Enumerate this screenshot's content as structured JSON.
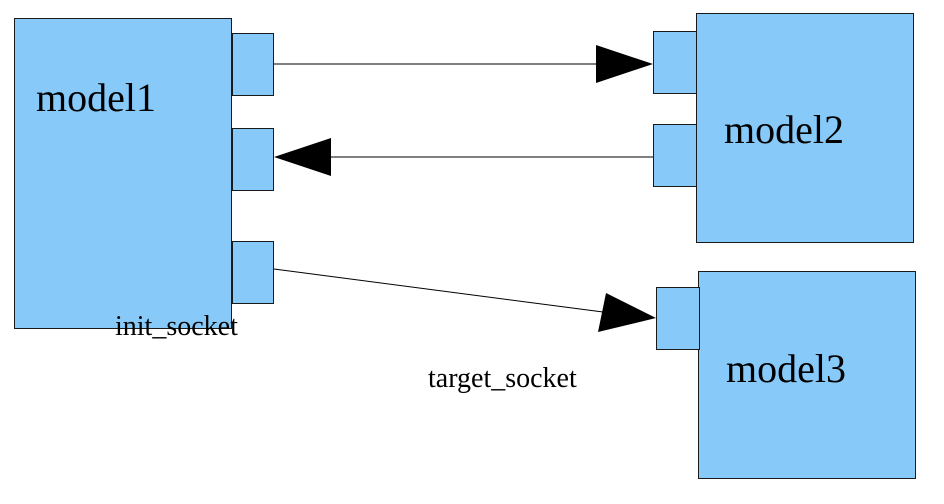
{
  "diagram": {
    "models": {
      "model1": "model1",
      "model2": "model2",
      "model3": "model3"
    },
    "labels": {
      "init_socket": "init_socket",
      "target_socket": "target_socket"
    },
    "colors": {
      "fill": "#87cafa",
      "stroke": "#1a1a1a",
      "arrow": "#000000"
    }
  }
}
